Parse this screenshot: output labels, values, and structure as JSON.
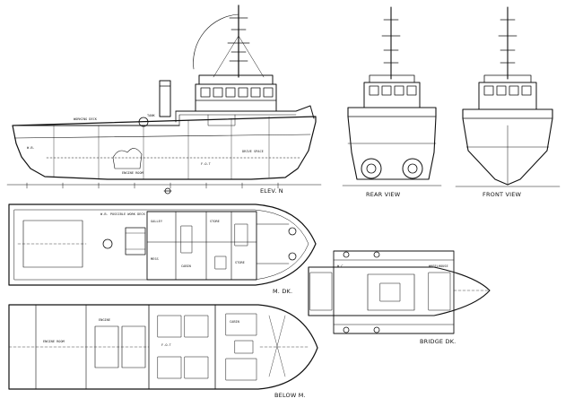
{
  "drawing": {
    "views": {
      "elevation": "ELEV. N",
      "rear": "REAR      VIEW",
      "front": "FRONT   VIEW",
      "main_deck": "M. DK.",
      "bridge_deck": "BRIDGE  DK.",
      "below_deck": "BELOW  M."
    },
    "callouts": {
      "elev_1": "WORKING DECK",
      "elev_2": "TANK",
      "elev_3": "ENGINE ROOM",
      "elev_4": "W.B.",
      "elev_5": "F.O.T",
      "elev_6": "DRIVE SPACE",
      "deck_1": "W.B. POSSIBLE WORK DECK",
      "deck_2": "GALLEY",
      "deck_3": "MESS",
      "deck_4": "STORE",
      "deck_5": "STORE",
      "deck_6": "CABIN",
      "bridge_1": "WHEELHOUSE",
      "bridge_2": "W.C.",
      "below_1": "ENGINE",
      "below_2": "F.O.T",
      "below_3": "ENGINE ROOM",
      "below_4": "CABIN"
    }
  }
}
